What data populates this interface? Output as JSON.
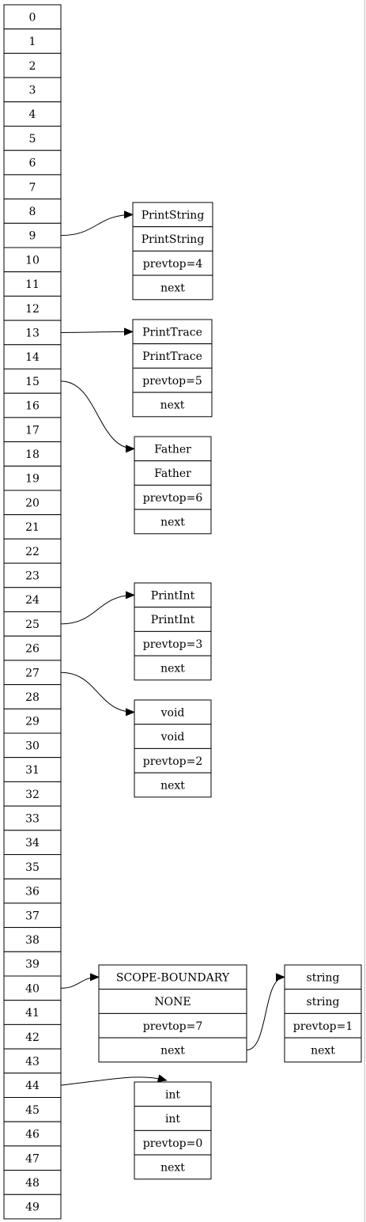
{
  "index_cells": [
    "0",
    "1",
    "2",
    "3",
    "4",
    "5",
    "6",
    "7",
    "8",
    "9",
    "10",
    "11",
    "12",
    "13",
    "14",
    "15",
    "16",
    "17",
    "18",
    "19",
    "20",
    "21",
    "22",
    "23",
    "24",
    "25",
    "26",
    "27",
    "28",
    "29",
    "30",
    "31",
    "32",
    "33",
    "34",
    "35",
    "36",
    "37",
    "38",
    "39",
    "40",
    "41",
    "42",
    "43",
    "44",
    "45",
    "46",
    "47",
    "48",
    "49"
  ],
  "records": [
    {
      "id": "printstring",
      "fields": [
        "PrintString",
        "PrintString",
        "prevtop=4",
        "next"
      ]
    },
    {
      "id": "printtrace",
      "fields": [
        "PrintTrace",
        "PrintTrace",
        "prevtop=5",
        "next"
      ]
    },
    {
      "id": "father",
      "fields": [
        "Father",
        "Father",
        "prevtop=6",
        "next"
      ]
    },
    {
      "id": "printint",
      "fields": [
        "PrintInt",
        "PrintInt",
        "prevtop=3",
        "next"
      ]
    },
    {
      "id": "void",
      "fields": [
        "void",
        "void",
        "prevtop=2",
        "next"
      ]
    },
    {
      "id": "scope-boundary",
      "fields": [
        "SCOPE-BOUNDARY",
        "NONE",
        "prevtop=7",
        "next"
      ]
    },
    {
      "id": "string",
      "fields": [
        "string",
        "string",
        "prevtop=1",
        "next"
      ]
    },
    {
      "id": "int",
      "fields": [
        "int",
        "int",
        "prevtop=0",
        "next"
      ]
    }
  ],
  "links": [
    {
      "from_index": 9,
      "to_record": "printstring"
    },
    {
      "from_index": 13,
      "to_record": "printtrace"
    },
    {
      "from_index": 15,
      "to_record": "father"
    },
    {
      "from_index": 25,
      "to_record": "printint"
    },
    {
      "from_index": 27,
      "to_record": "void"
    },
    {
      "from_index": 40,
      "to_record": "scope-boundary"
    },
    {
      "from_index": 44,
      "to_record": "int"
    },
    {
      "from_record": "scope-boundary",
      "from_field": "next",
      "to_record": "string"
    }
  ]
}
